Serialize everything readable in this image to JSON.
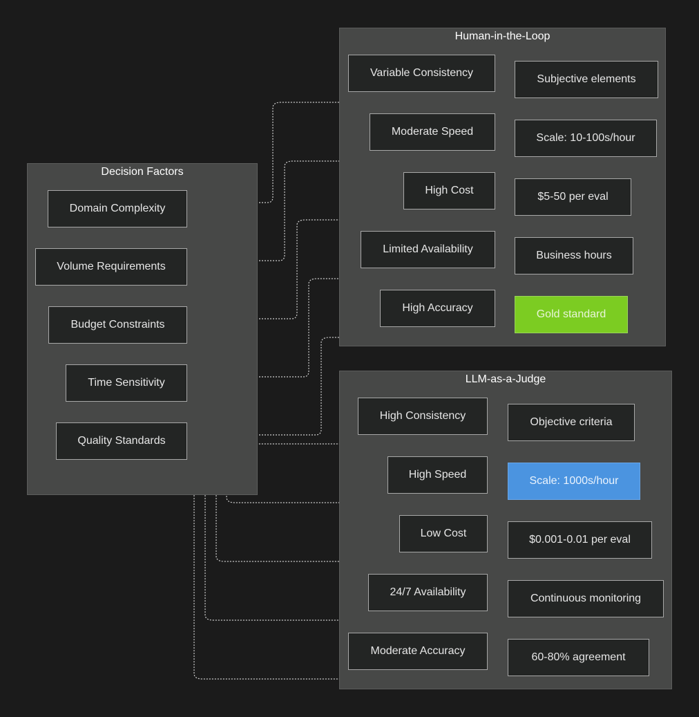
{
  "clusters": {
    "decision": {
      "title": "Decision Factors"
    },
    "human": {
      "title": "Human-in-the-Loop"
    },
    "llm": {
      "title": "LLM-as-a-Judge"
    }
  },
  "decision_factors": [
    "Domain Complexity",
    "Volume Requirements",
    "Budget Constraints",
    "Time Sensitivity",
    "Quality Standards"
  ],
  "human_properties": [
    "Variable Consistency",
    "Moderate Speed",
    "High Cost",
    "Limited Availability",
    "High Accuracy"
  ],
  "human_outcomes": [
    "Subjective elements",
    "Scale: 10-100s/hour",
    "$5-50 per eval",
    "Business hours",
    "Gold standard"
  ],
  "llm_properties": [
    "High Consistency",
    "High Speed",
    "Low Cost",
    "24/7 Availability",
    "Moderate Accuracy"
  ],
  "llm_outcomes": [
    "Objective criteria",
    "Scale: 1000s/hour",
    "$0.001-0.01 per eval",
    "Continuous monitoring",
    "60-80% agreement"
  ],
  "colors": {
    "background": "#1b1b1b",
    "cluster_fill": "#474847",
    "node_fill": "#232524",
    "highlight_green": "#7ccc22",
    "highlight_blue": "#4b94e0"
  }
}
